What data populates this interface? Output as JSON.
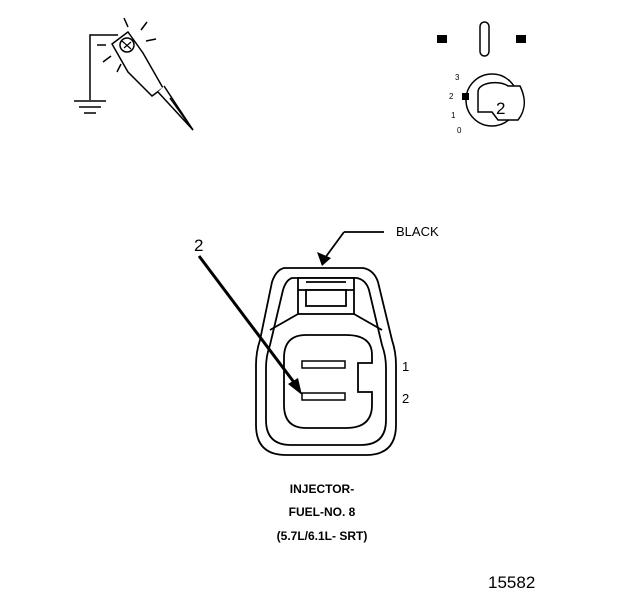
{
  "callout_pin": "2",
  "color_label": "BLACK",
  "cavity_labels": [
    "1",
    "2"
  ],
  "caption": [
    "INJECTOR-",
    "FUEL-NO. 8",
    "(5.7L/6.1L- SRT)"
  ],
  "figure_number": "15582",
  "pin_view": {
    "scale_labels": [
      "3",
      "2",
      "1",
      "0"
    ],
    "selected_pin": "2"
  },
  "icons": {
    "probe": "test-probe-with-ground-icon",
    "pin_view": "connector-pin-view-icon"
  }
}
